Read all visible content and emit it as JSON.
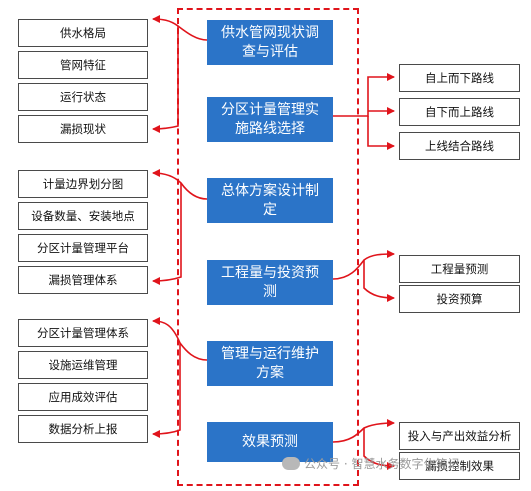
{
  "steps": [
    "供水管网现状调查与评估",
    "分区计量管理实施路线选择",
    "总体方案设计制定",
    "工程量与投资预测",
    "管理与运行维护方案",
    "效果预测"
  ],
  "left_groups": [
    [
      "供水格局",
      "管网特征",
      "运行状态",
      "漏损现状"
    ],
    [
      "计量边界划分图",
      "设备数量、安装地点",
      "分区计量管理平台",
      "漏损管理体系"
    ],
    [
      "分区计量管理体系",
      "设施运维管理",
      "应用成效评估",
      "数据分析上报"
    ]
  ],
  "right_groups": [
    [
      "自上而下路线",
      "自下而上路线",
      "上线结合路线"
    ],
    [
      "工程量预测",
      "投资预算"
    ],
    [
      "投入与产出效益分析",
      "漏损控制效果"
    ]
  ],
  "watermark": "公众号 · 智慧水务数字化笔记",
  "colors": {
    "accent": "#e0141b",
    "box": "#2b74c8"
  }
}
